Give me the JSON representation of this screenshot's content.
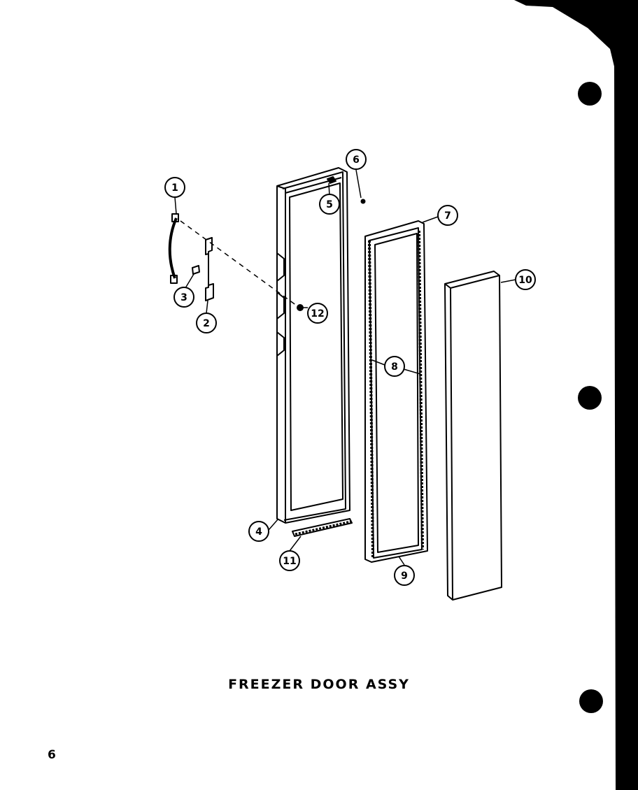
{
  "title": "FREEZER DOOR ASSY",
  "page_number": "6",
  "callouts": [
    "1",
    "2",
    "3",
    "4",
    "5",
    "6",
    "7",
    "8",
    "9",
    "10",
    "11",
    "12"
  ],
  "ink_color": "#000000",
  "paper_color": "#ffffff"
}
